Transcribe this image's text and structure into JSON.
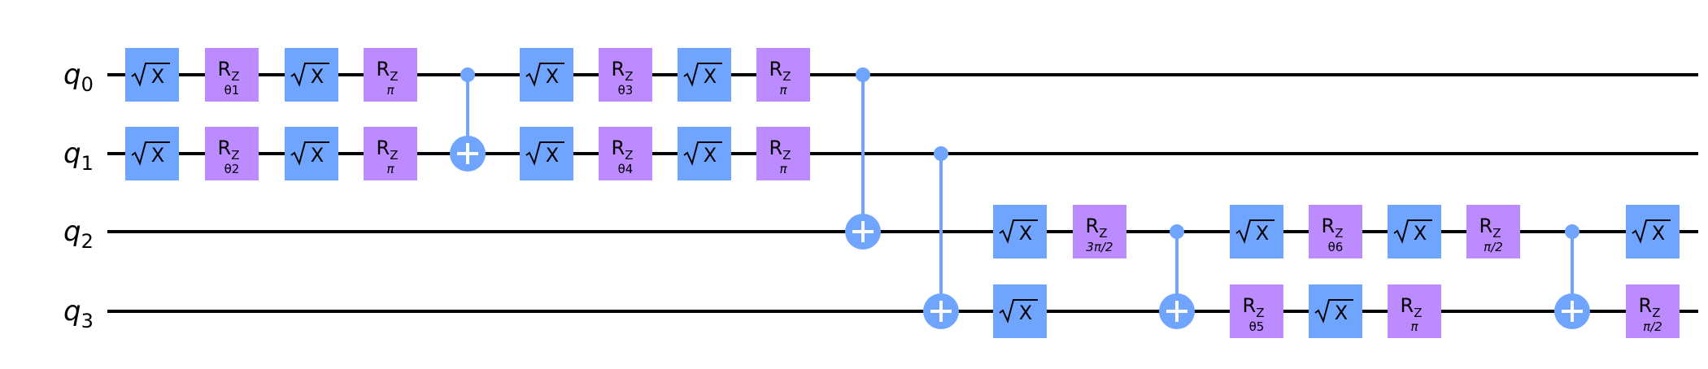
{
  "colors": {
    "wire": "#000000",
    "sx_gate": "#6fa4ff",
    "rz_gate": "#bb8bff",
    "control": "#6fa4ff",
    "background": "#ffffff"
  },
  "qubits": [
    {
      "letter": "q",
      "index": "0"
    },
    {
      "letter": "q",
      "index": "1"
    },
    {
      "letter": "q",
      "index": "2"
    },
    {
      "letter": "q",
      "index": "3"
    }
  ],
  "gate_labels": {
    "sx": "X",
    "rz_main": "R",
    "rz_sub": "Z"
  },
  "operations": [
    {
      "type": "sx",
      "qubit": 0,
      "column": 0
    },
    {
      "type": "sx",
      "qubit": 1,
      "column": 0
    },
    {
      "type": "rz",
      "qubit": 0,
      "column": 1,
      "param": "θ1"
    },
    {
      "type": "rz",
      "qubit": 1,
      "column": 1,
      "param": "θ2"
    },
    {
      "type": "sx",
      "qubit": 0,
      "column": 2
    },
    {
      "type": "sx",
      "qubit": 1,
      "column": 2
    },
    {
      "type": "rz",
      "qubit": 0,
      "column": 3,
      "param": "π"
    },
    {
      "type": "rz",
      "qubit": 1,
      "column": 3,
      "param": "π"
    },
    {
      "type": "cx",
      "control": 0,
      "target": 1,
      "column": 4
    },
    {
      "type": "sx",
      "qubit": 0,
      "column": 5
    },
    {
      "type": "sx",
      "qubit": 1,
      "column": 5
    },
    {
      "type": "rz",
      "qubit": 0,
      "column": 6,
      "param": "θ3"
    },
    {
      "type": "rz",
      "qubit": 1,
      "column": 6,
      "param": "θ4"
    },
    {
      "type": "sx",
      "qubit": 0,
      "column": 7
    },
    {
      "type": "sx",
      "qubit": 1,
      "column": 7
    },
    {
      "type": "rz",
      "qubit": 0,
      "column": 8,
      "param": "π"
    },
    {
      "type": "rz",
      "qubit": 1,
      "column": 8,
      "param": "π"
    },
    {
      "type": "cx",
      "control": 0,
      "target": 2,
      "column": 9
    },
    {
      "type": "cx",
      "control": 1,
      "target": 3,
      "column": 10
    },
    {
      "type": "sx",
      "qubit": 2,
      "column": 11
    },
    {
      "type": "sx",
      "qubit": 3,
      "column": 11
    },
    {
      "type": "rz",
      "qubit": 2,
      "column": 12,
      "param": "3π/2"
    },
    {
      "type": "cx",
      "control": 2,
      "target": 3,
      "column": 13
    },
    {
      "type": "sx",
      "qubit": 2,
      "column": 14
    },
    {
      "type": "rz",
      "qubit": 3,
      "column": 14,
      "param": "θ5"
    },
    {
      "type": "rz",
      "qubit": 2,
      "column": 15,
      "param": "θ6"
    },
    {
      "type": "sx",
      "qubit": 3,
      "column": 15
    },
    {
      "type": "sx",
      "qubit": 2,
      "column": 16
    },
    {
      "type": "rz",
      "qubit": 3,
      "column": 16,
      "param": "π"
    },
    {
      "type": "rz",
      "qubit": 2,
      "column": 17,
      "param": "π/2"
    },
    {
      "type": "cx",
      "control": 2,
      "target": 3,
      "column": 18
    },
    {
      "type": "sx",
      "qubit": 2,
      "column": 19
    },
    {
      "type": "rz",
      "qubit": 3,
      "column": 19,
      "param": "π/2"
    }
  ]
}
